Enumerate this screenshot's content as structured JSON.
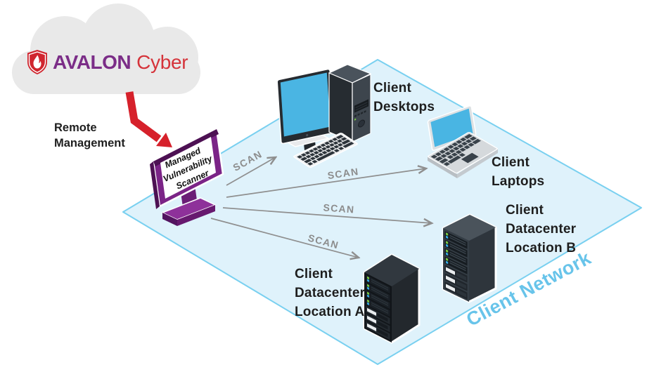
{
  "diagram": {
    "logo": {
      "primary": "AVALON",
      "secondary": "Cyber",
      "icon": "shield-flame-icon"
    },
    "labels": {
      "remote_management": "Remote Management",
      "client_network": "Client Network"
    },
    "scanner": {
      "screen_label": "Managed Vulnerability Scanner"
    },
    "devices": {
      "desktops": {
        "label": "Client Desktops"
      },
      "laptops": {
        "label": "Client Laptops"
      },
      "datacenter_b": {
        "label": "Client Datacenter Location B"
      },
      "datacenter_a": {
        "label": "Client Datacenter Location A"
      }
    },
    "scan_arrows": [
      {
        "label": "SCAN",
        "target": "client-desktops"
      },
      {
        "label": "SCAN",
        "target": "client-laptops"
      },
      {
        "label": "SCAN",
        "target": "client-datacenter-location-b"
      },
      {
        "label": "SCAN",
        "target": "client-datacenter-location-a"
      }
    ],
    "colors": {
      "brand_purple": "#7b2d87",
      "brand_red": "#d5333a",
      "arrow_red": "#d6212b",
      "network_blue": "#68c4ea",
      "plane_fill": "#dff2fb",
      "plane_border": "#79d0f0",
      "screen_blue": "#4ab5e3",
      "scan_gray": "#8c8c8c",
      "cloud_gray": "#e9e9e9"
    }
  }
}
